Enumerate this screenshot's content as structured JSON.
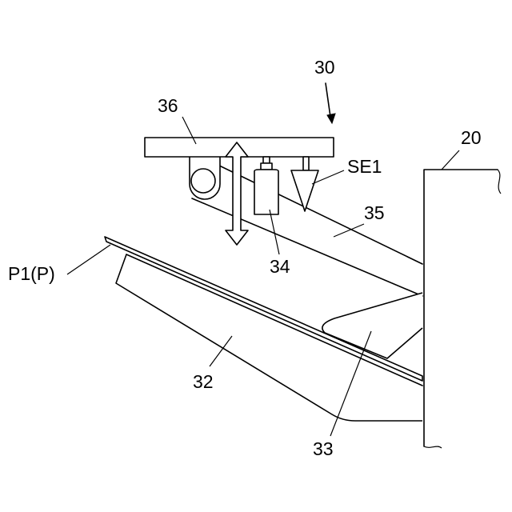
{
  "labels": {
    "assembly": "30",
    "plate": "36",
    "sensor": "SE1",
    "wall": "20",
    "arm": "35",
    "sheet": "P1(P)",
    "cylinder": "34",
    "tray": "32",
    "block": "33"
  }
}
